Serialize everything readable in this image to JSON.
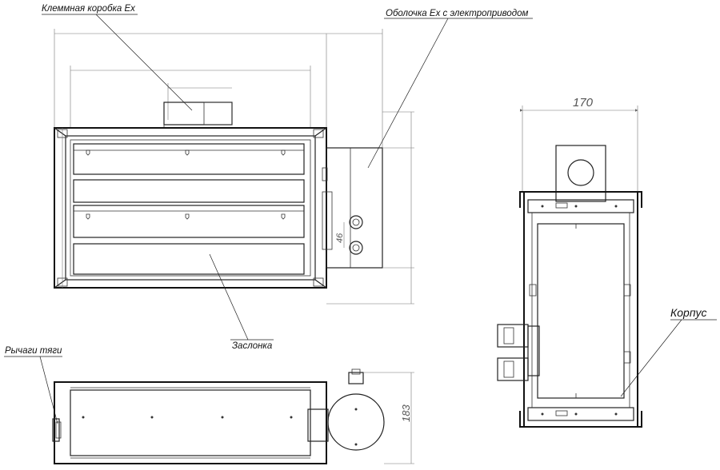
{
  "labels": {
    "terminal_box": "Клеммная коробка Ex",
    "actuator_shell": "Оболочка Ex с электроприводом",
    "damper": "Заслонка",
    "linkage_levers": "Рычаги тяги",
    "body": "Корпус"
  },
  "dimensions": {
    "width_side": "170",
    "h_46": "46",
    "h_183": "183"
  }
}
